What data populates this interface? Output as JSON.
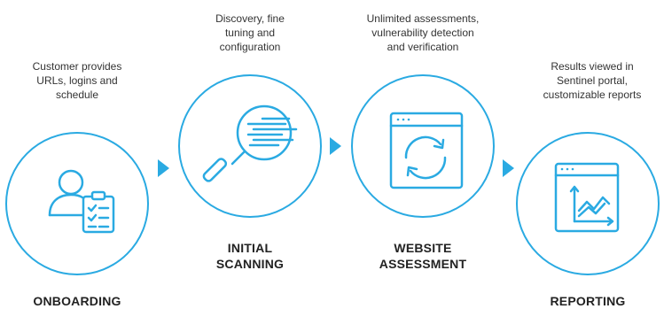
{
  "colors": {
    "accent": "#2aaae2",
    "text": "#333333",
    "title": "#222222"
  },
  "steps": [
    {
      "id": "onboarding",
      "icon": "user-checklist-icon",
      "description": [
        "Customer provides",
        "URLs, logins and",
        "schedule"
      ],
      "title": [
        "ONBOARDING"
      ]
    },
    {
      "id": "initial-scanning",
      "icon": "magnifier-scan-icon",
      "description": [
        "Discovery, fine",
        "tuning and",
        "configuration"
      ],
      "title": [
        "INITIAL",
        "SCANNING"
      ]
    },
    {
      "id": "website-assessment",
      "icon": "browser-refresh-icon",
      "description": [
        "Unlimited assessments,",
        "vulnerability detection",
        "and verification"
      ],
      "title": [
        "WEBSITE",
        "ASSESSMENT"
      ]
    },
    {
      "id": "reporting",
      "icon": "browser-chart-icon",
      "description": [
        "Results viewed in",
        "Sentinel portal,",
        "customizable reports"
      ],
      "title": [
        "REPORTING"
      ]
    }
  ]
}
